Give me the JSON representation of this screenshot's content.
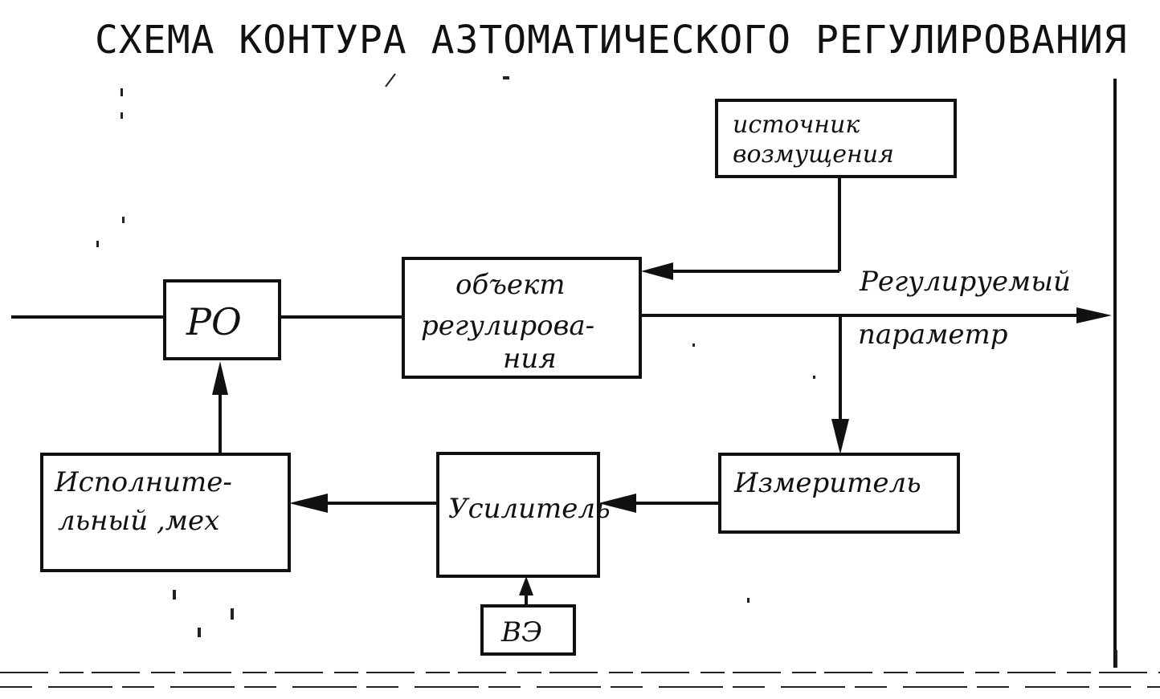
{
  "title": "СХЕМА КОНТУРА АЗТОМАТИЧЕСКОГО РЕГУЛИРОВАНИЯ",
  "blocks": {
    "disturbance_source": [
      "источник",
      "возмущения"
    ],
    "ro": "РО",
    "control_object": [
      "объект",
      "регулирова-",
      "ния"
    ],
    "meter": "Измеритель",
    "amplifier": "Усилитель",
    "actuator": [
      "Исполните-",
      "льный ,мех"
    ],
    "ve": "ВЭ"
  },
  "output_label": [
    "Регулируемый",
    "параметр"
  ],
  "colors": {
    "ink": "#111111",
    "paper": "#ffffff"
  }
}
